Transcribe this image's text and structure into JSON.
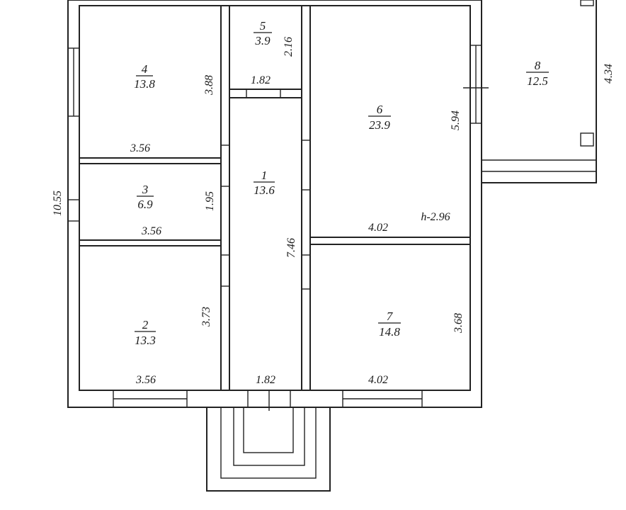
{
  "rooms": [
    {
      "id": "1",
      "num": "1",
      "area": "13.6"
    },
    {
      "id": "2",
      "num": "2",
      "area": "13.3"
    },
    {
      "id": "3",
      "num": "3",
      "area": "6.9"
    },
    {
      "id": "4",
      "num": "4",
      "area": "13.8"
    },
    {
      "id": "5",
      "num": "5",
      "area": "3.9"
    },
    {
      "id": "6",
      "num": "6",
      "area": "23.9"
    },
    {
      "id": "7",
      "num": "7",
      "area": "14.8"
    },
    {
      "id": "8",
      "num": "8",
      "area": "12.5"
    }
  ],
  "dimensions": {
    "overall_height": "10.55",
    "room4_width": "3.56",
    "room4_height": "3.88",
    "room3_width": "3.56",
    "room3_height": "1.95",
    "room2_width": "3.56",
    "room2_height": "3.73",
    "room5_width": "1.82",
    "room5_height": "2.16",
    "corridor_length": "7.46",
    "corridor_width": "1.82",
    "room6_width": "4.02",
    "room6_height": "5.94",
    "room7_width": "4.02",
    "room7_height": "3.68",
    "room8_height": "4.34",
    "ceiling_height": "h-2.96"
  }
}
